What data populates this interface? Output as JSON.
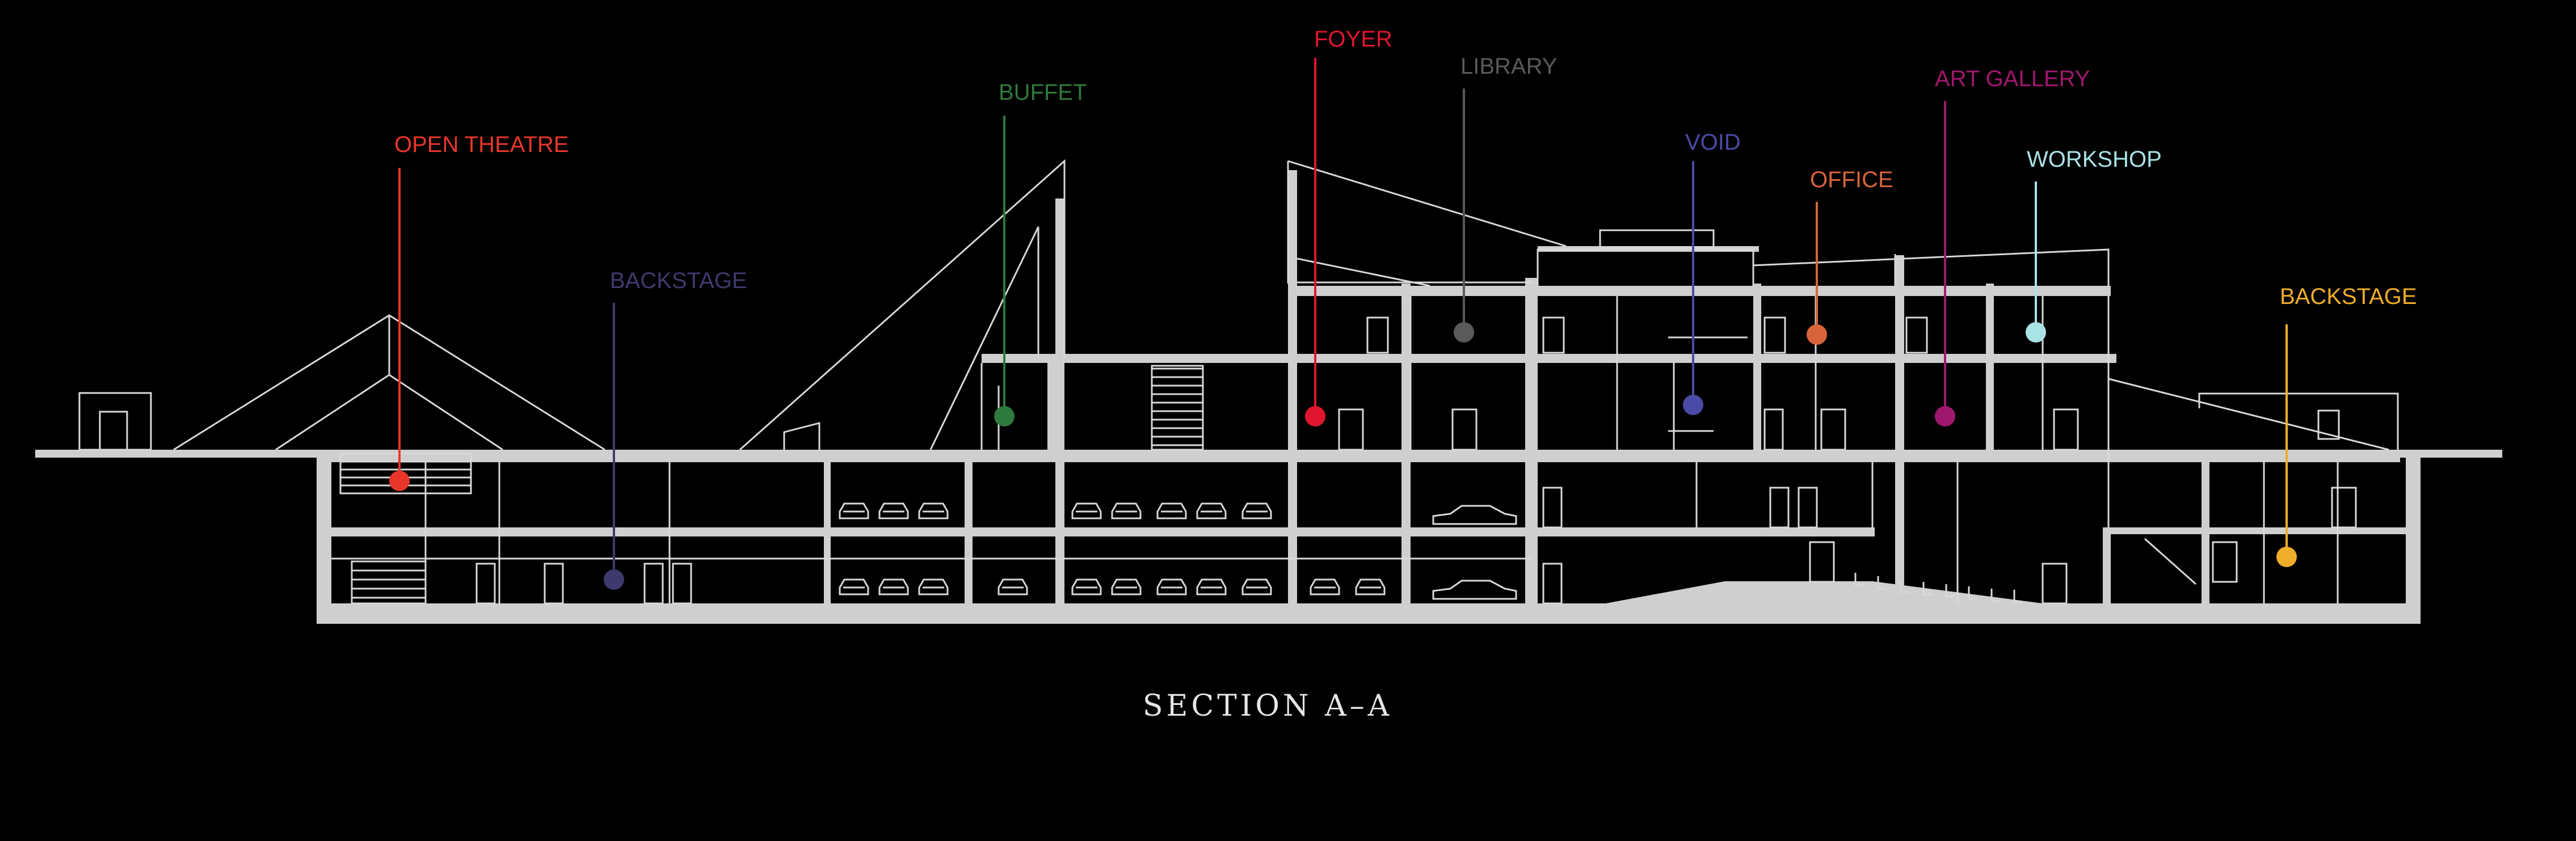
{
  "title": "SECTION A–A",
  "labels": [
    {
      "text": "OPEN  THEATRE",
      "color": "#e8362b"
    },
    {
      "text": "BACKSTAGE",
      "color": "#3e3a6e"
    },
    {
      "text": "BUFFET",
      "color": "#2f7a3d"
    },
    {
      "text": "FOYER",
      "color": "#e0162f"
    },
    {
      "text": "LIBRARY",
      "color": "#5a5a5a"
    },
    {
      "text": "VOID",
      "color": "#4b4aa6"
    },
    {
      "text": "OFFICE",
      "color": "#d8643c"
    },
    {
      "text": "ART  GALLERY",
      "color": "#a0186e"
    },
    {
      "text": "WORKSHOP",
      "color": "#a9e3e6"
    },
    {
      "text": "BACKSTAGE",
      "color": "#eeae2a"
    }
  ],
  "colors": {
    "background": "#000000",
    "structure": "#cfcfcf",
    "linework": "#d9d9d9"
  }
}
